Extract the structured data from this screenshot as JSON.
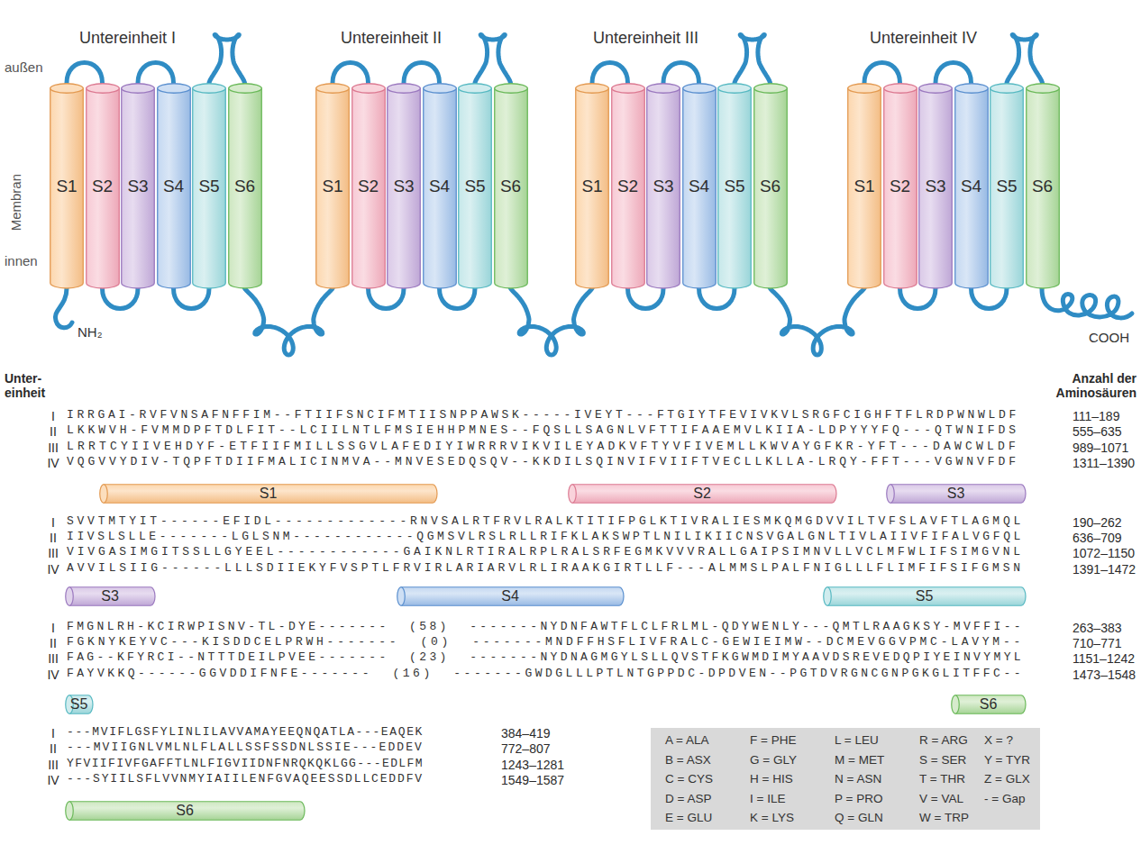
{
  "diagram": {
    "nodes": [
      {
        "text": [
          "S1"
        ]
      },
      {
        "text": [
          "S2"
        ]
      },
      {
        "text": [
          "S3"
        ]
      },
      {
        "text": [
          "S4"
        ]
      },
      {
        "text": [
          "S5"
        ]
      },
      {
        "text": [
          "S6"
        ]
      },
      {
        "text": [
          "S1"
        ]
      },
      {
        "text": [
          "S2"
        ]
      },
      {
        "text": [
          "S3"
        ]
      },
      {
        "text": [
          "S4"
        ]
      },
      {
        "text": [
          "S5"
        ]
      },
      {
        "text": [
          "S6"
        ]
      },
      {
        "text": [
          "S1"
        ]
      },
      {
        "text": [
          "S2"
        ]
      },
      {
        "text": [
          "S3"
        ]
      },
      {
        "text": [
          "S4"
        ]
      },
      {
        "text": [
          "S5"
        ]
      },
      {
        "text": [
          "S6"
        ]
      },
      {
        "text": [
          "S1"
        ]
      },
      {
        "text": [
          "S2"
        ]
      },
      {
        "text": [
          "S3"
        ]
      },
      {
        "text": [
          "S4"
        ]
      },
      {
        "text": [
          "S5"
        ]
      },
      {
        "text": [
          "S6"
        ]
      },
      {
        "text": [
          "S1"
        ]
      },
      {
        "text": [
          "S2"
        ]
      },
      {
        "text": [
          "S3"
        ]
      },
      {
        "text": [
          "S3"
        ]
      },
      {
        "text": [
          "S4"
        ]
      },
      {
        "text": [
          "S5"
        ]
      },
      {
        "text": [
          "S5"
        ]
      },
      {
        "text": [
          "S6"
        ]
      },
      {
        "text": [
          "S6"
        ]
      }
    ],
    "edges": [
      {
        "from": 0,
        "to": 1,
        "arrow": "none"
      },
      {
        "from": 1,
        "to": 2,
        "arrow": "none"
      },
      {
        "from": 2,
        "to": 3,
        "arrow": "none"
      },
      {
        "from": 3,
        "to": 4,
        "arrow": "none"
      },
      {
        "from": 4,
        "to": 5,
        "arrow": "none"
      },
      {
        "from": 5,
        "to": 6,
        "arrow": "none"
      },
      {
        "from": 6,
        "to": 7,
        "arrow": "none"
      },
      {
        "from": 7,
        "to": 8,
        "arrow": "none"
      },
      {
        "from": 8,
        "to": 9,
        "arrow": "none"
      },
      {
        "from": 9,
        "to": 10,
        "arrow": "none"
      },
      {
        "from": 10,
        "to": 11,
        "arrow": "none"
      },
      {
        "from": 11,
        "to": 12,
        "arrow": "none"
      },
      {
        "from": 12,
        "to": 13,
        "arrow": "none"
      },
      {
        "from": 13,
        "to": 14,
        "arrow": "none"
      },
      {
        "from": 14,
        "to": 15,
        "arrow": "none"
      },
      {
        "from": 15,
        "to": 16,
        "arrow": "none"
      },
      {
        "from": 16,
        "to": 17,
        "arrow": "none"
      },
      {
        "from": 17,
        "to": 18,
        "arrow": "none"
      },
      {
        "from": 18,
        "to": 19,
        "arrow": "none"
      },
      {
        "from": 19,
        "to": 20,
        "arrow": "none"
      },
      {
        "from": 20,
        "to": 21,
        "arrow": "none"
      },
      {
        "from": 21,
        "to": 22,
        "arrow": "none"
      },
      {
        "from": 22,
        "to": 23,
        "arrow": "none"
      }
    ],
    "labels": [
      "außen",
      "Membran",
      "innen",
      "Untereinheit I",
      "Untereinheit II",
      "Untereinheit III",
      "Untereinheit IV",
      "NH₂",
      "COOH",
      "Unter- einheit",
      "Anzahl der Aminosäuren",
      "I",
      "IRRGAI-RVFVNSAFNFFIM--FTIIFSNCIFMTIISNPPAWSK-----IVEYT---FTGIYTFEVIVKVLSRGFCIGHFTFLRDPWNWLDF",
      "111–189",
      "II",
      "LKKWVH-FVMMDPFTDLFIT--LCIILNTLFMSIEHHPMNES--FQSLLSAGNLVFTTIFAAEMVLKIIA-LDPYYYFQ---QTWNIFDS",
      "555–635",
      "III",
      "LRRTCYIIVEHDYF-ETFIIFMILLSSGVLAFEDIYIWRRRVIKVILEYADKVFTYVFIVEMLLKWVAYGFKR-YFT---DAWCWLDF",
      "989–1071",
      "IV",
      "VQGVVYDIV-TQPFTDIIFMALICINMVA--MNVESEDQSQV--KKDILSQINVIFVIIFTVECLLKLLA-LRQY-FFT---VGWNVFDF",
      "1311–1390",
      "I",
      "SVVTMTYIT------EFIDL-------------RNVSALRTFRVLRALKTITIFPGLKTIVRALIESMKQMGDVVILTVFSLAVFTLAGMQL",
      "190–262",
      "II",
      "IIVSLSLLE-------LGLSNM------------QGMSVLRSLRLLRIFKLAKSWPTLNILIKIICNSVGALGNLTIVLAIIVFIFALVGFQL",
      "636–709",
      "III",
      "VIVGASIMGITSSLLGYEEL------------GAIKNLRTIRALRPLRALSRFEGMKVVVRALLGAIPSIMNVLLVCLMFWLIFSIMGVNL",
      "1072–1150",
      "IV",
      "AVVILSIIG------LLLSDIIEKYFVSPTLFRVIRLARIARVLRLIRAAKGIRTLLF---ALMMSLPALFNIGLLLFLIMFIFSIFGMSN",
      "1391–1472",
      "I",
      "FMGNLRH-KCIRWPISNV-TL-DYE-------  (58)  -------NYDNFAWTFLCLFRLML-QDYWENLY---QMTLRAAGKSY-MVFFI--",
      "263–383",
      "II",
      "FGKNYKEYVC---KISDDCELPRWH-------  (0)  -------MNDFFHSFLIVFRALC-GEWIEIMW--DCMEVGGVPMC-LAVYM--",
      "710–771",
      "III",
      "FAG--KFYRCI--NTTTDEILPVEE-------  (23)  -------NYDNAGMGYLSLLQVSTFKGWMDIMYAAVDSREVEDQPIYEINVYMYL",
      "1151–1242",
      "IV",
      "FAYVKKQ------GGVDDIFNFE-------  (16)  -------GWDGLLLPTLNTGPPDC-DPDVEN--PGTDVRGNCGNPGKGLITFFC--",
      "1473–1548",
      "I",
      "---MVIFLGSFYLINLILAVVAMAYEEQNQATLA---EAQEK",
      "384–419",
      "II",
      "---MVIIGNLVMLNLFLALLSSFSSDNLSSIE---EDDEV",
      "772–807",
      "III",
      "YFVIIFIVFGAFFTLNLFIGVIIDNFNRQKQKLGG---EDLFM",
      "1243–1281",
      "IV",
      "---SYIILSFLVVNMYIAIILENFGVAQEESSDLLCEDDFV",
      "1549–1587",
      "A = ALA",
      "F = PHE",
      "L = LEU",
      "R = ARG",
      "X = ?",
      "B = ASX",
      "G = GLY",
      "M = MET",
      "S = SER",
      "Y = TYR",
      "C = CYS",
      "H = HIS",
      "N = ASN",
      "T = THR",
      "Z = GLX",
      "D = ASP",
      "I = ILE",
      "P = PRO",
      "V = VAL",
      "- = Gap",
      "E = GLU",
      "K = LYS",
      "Q = GLN",
      "W = TRP"
    ]
  }
}
